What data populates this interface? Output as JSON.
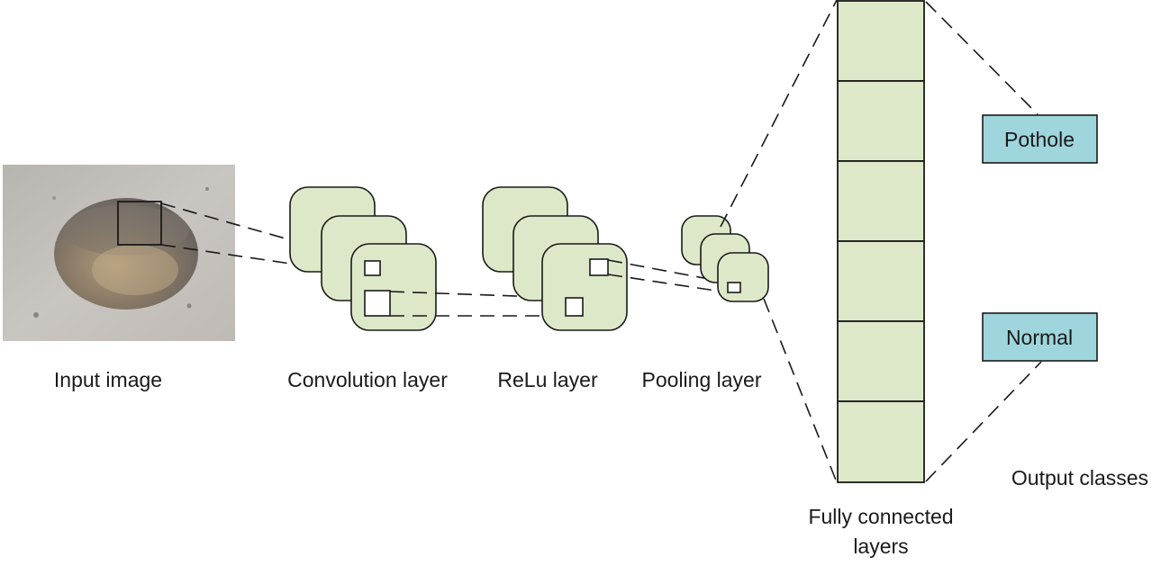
{
  "labels": {
    "input": "Input image",
    "conv": "Convolution layer",
    "relu": "ReLu layer",
    "pool": "Pooling layer",
    "fc_line1": "Fully connected",
    "fc_line2": "layers",
    "output": "Output classes"
  },
  "classes": {
    "pothole": "Pothole",
    "normal": "Normal"
  },
  "colors": {
    "feature_map_fill": "#dde8c8",
    "class_box_fill": "#9fd5dd",
    "stroke": "#1a1a1a"
  }
}
